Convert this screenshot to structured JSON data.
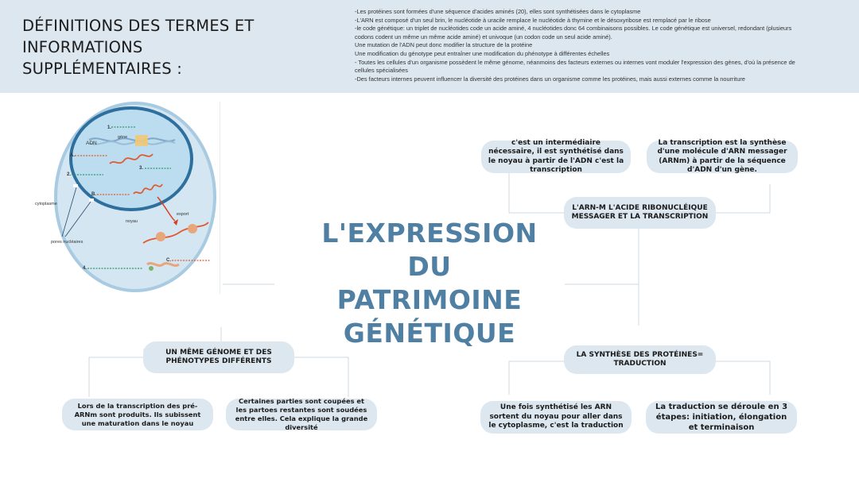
{
  "header": {
    "title_lines": [
      "DÉFINITIONS DES TERMES ET",
      "INFORMATIONS",
      "SUPPLÉMENTAIRES :"
    ],
    "definitions": [
      "-Les protéines sont formées d'une séquence d'acides aminés (20), elles sont synthétisées dans le cytoplasme",
      "-L'ARN est composé d'un seul brin, le nucléotide à uracile remplace le nucléotide à thymine et le désoxyribose est remplacé par le ribose",
      "-le code génétique: un triplet de nucléotides code un acide aminé, 4 nucléotides donc 64 combinaisons possibles. Le code génétique est universel, redondant (plusieurs",
      "codons codent un même un même acide aminé) et univoque (un codon code un seul acide aminé).",
      "Une mutation de l'ADN peut donc modifier la structure de la protéine",
      "Une modification du génotype peut entraîner une modification du phénotype à différentes échelles",
      "- Toutes les cellules d'un organisme possèdent le même génome, néanmoins des facteurs externes ou internes vont moduler l'expression des gènes, d'où la présence de",
      "cellules spécialisées",
      "-Des facteurs internes peuvent influencer la diversité des protéines dans un organisme comme les protéines, mais aussi externes comme la nourriture"
    ]
  },
  "main_title_lines": [
    "L'EXPRESSION",
    "DU",
    "PATRIMOINE",
    "GÉNÉTIQUE"
  ],
  "nodes": {
    "arnm_title": "L'ARN-M L'ACIDE RIBONUCLÉIQUE MESSAGER ET LA TRANSCRIPTION",
    "arnm_left": "c'est un intermédiaire nécessaire, il est synthétisé dans le noyau à partir de l'ADN c'est la transcription",
    "arnm_right": "La transcription est la synthèse d'une molécule d'ARN messager (ARNm) à partir de la séquence d'ADN d'un gène.",
    "proteines_title": "LA SYNTHÈSE DES PROTÉINES= TRADUCTION",
    "proteines_left": "Une fois synthétisé les ARN sortent du noyau pour aller dans le cytoplasme, c'est la traduction",
    "proteines_right": "La traduction se déroule en 3 étapes: initiation, élongation et terminaison",
    "genome_title": "UN MÊME GÉNOME ET DES PHÉNOTYPES DIFFÉRENTS",
    "genome_left": "Lors de la transcription des pré-ARNm sont produits. Ils subissent une maturation dans le noyau",
    "genome_right": "Certaines parties sont coupées et les partoes restantes sont soudées entre elles. Cela explique la grande diversité"
  },
  "cell_diagram": {
    "labels": {
      "adn": "ADN",
      "gene": "gène",
      "cytoplasme": "cytoplasme",
      "noyau": "noyau",
      "export": "export",
      "pores": "pores nucléaires",
      "n1": "1.",
      "n2": "2.",
      "n3": "3.",
      "n4": "4.",
      "a": "A.",
      "b": "B.",
      "c": "C."
    },
    "colors": {
      "cytoplasm": "#cfe3f0",
      "nucleus": "#b7d7ee",
      "membrane": "#2f6f9e",
      "rna": "#e05a32",
      "blank_line": "#2e9a6a"
    }
  }
}
